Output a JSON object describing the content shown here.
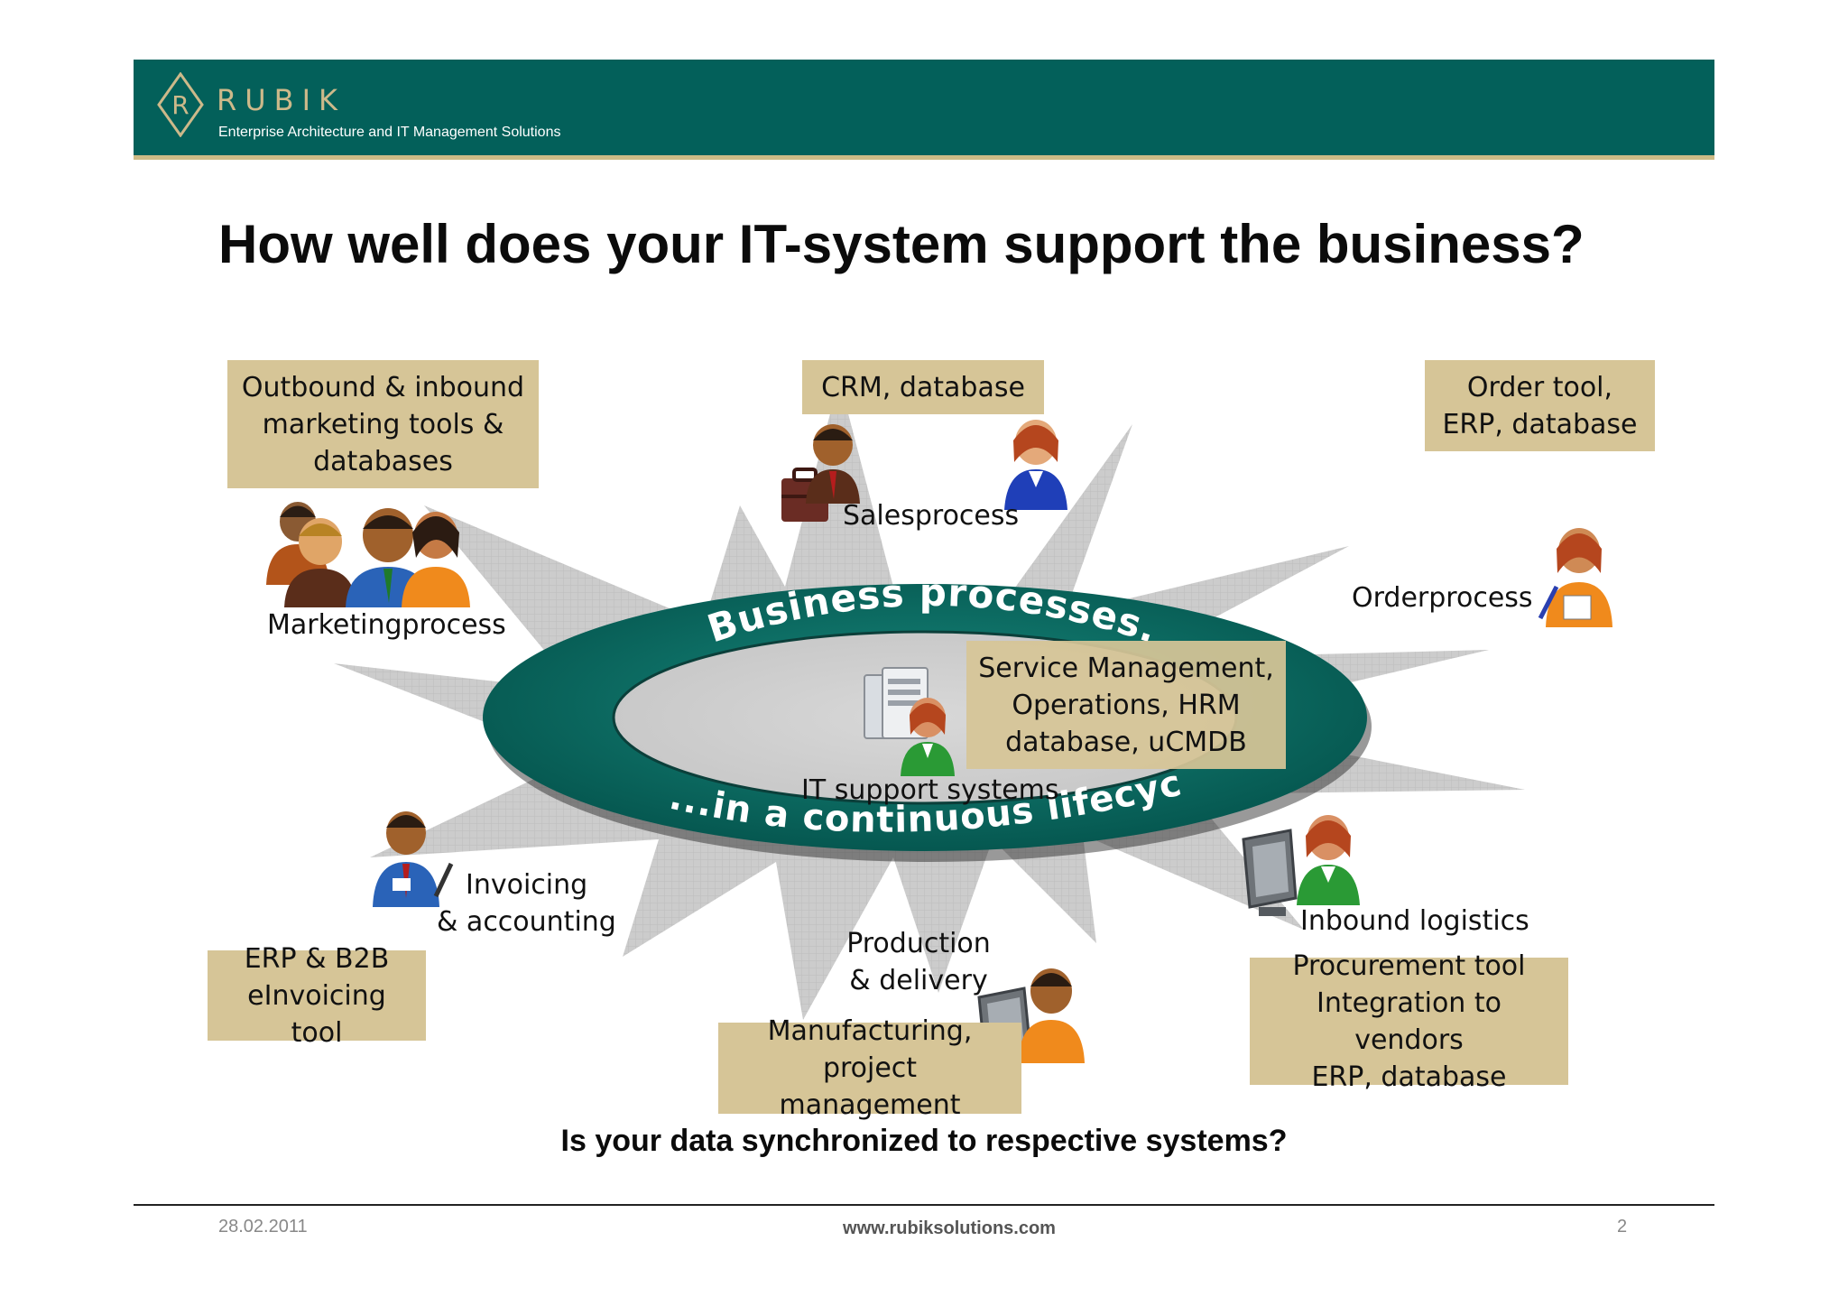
{
  "header": {
    "logo_letter": "R",
    "brand": "RUBIK",
    "tagline": "Enterprise Architecture and IT Management Solutions"
  },
  "title": "How well does your IT-system support the business?",
  "ring": {
    "top_text": "Business processes...",
    "bottom_text": "...in a continuous lifecycle...",
    "center_label": "IT support systems"
  },
  "boxes": {
    "marketing_tools": [
      "Outbound & inbound",
      "marketing tools &",
      "databases"
    ],
    "crm": [
      "CRM, database"
    ],
    "order_tool": [
      "Order tool,",
      "ERP, database"
    ],
    "service_mgmt": [
      "Service Management,",
      "Operations, HRM",
      "database, uCMDB"
    ],
    "erp_b2b": [
      "ERP & B2B",
      "eInvoicing tool"
    ],
    "manufacturing": [
      "Manufacturing,",
      "project management"
    ],
    "procurement": [
      "Procurement tool",
      "Integration to vendors",
      "ERP, database"
    ]
  },
  "processes": {
    "marketing": "Marketingprocess",
    "sales": "Salesprocess",
    "order": "Orderprocess",
    "invoicing": [
      "Invoicing",
      "& accounting"
    ],
    "production": [
      "Production",
      "& delivery"
    ],
    "inbound": "Inbound logistics"
  },
  "question": "Is your data synchronized to respective systems?",
  "footer": {
    "date": "28.02.2011",
    "url": "www.rubiksolutions.com",
    "page": "2"
  },
  "colors": {
    "header_bg": "#03605a",
    "accent_tan": "#d6c597",
    "ring_green": "#0c6e64",
    "star_gray": "#c4c4c4"
  }
}
